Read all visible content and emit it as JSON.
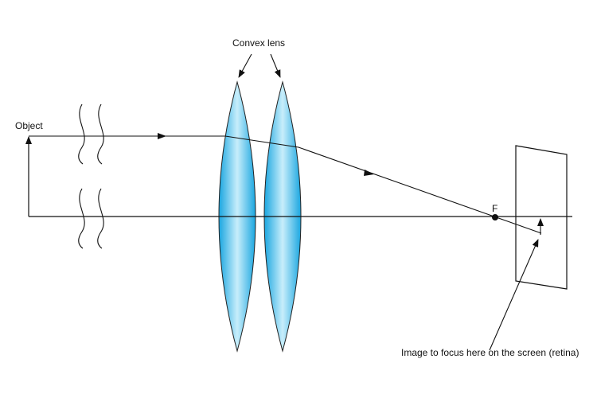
{
  "labels": {
    "object": "Object",
    "lens": "Convex lens",
    "focal_point": "F",
    "image_note": "Image to focus here on the screen (retina)"
  },
  "colors": {
    "lens_edge": "#1aa6e0",
    "lens_center": "#c8eefb",
    "line": "#111111"
  }
}
